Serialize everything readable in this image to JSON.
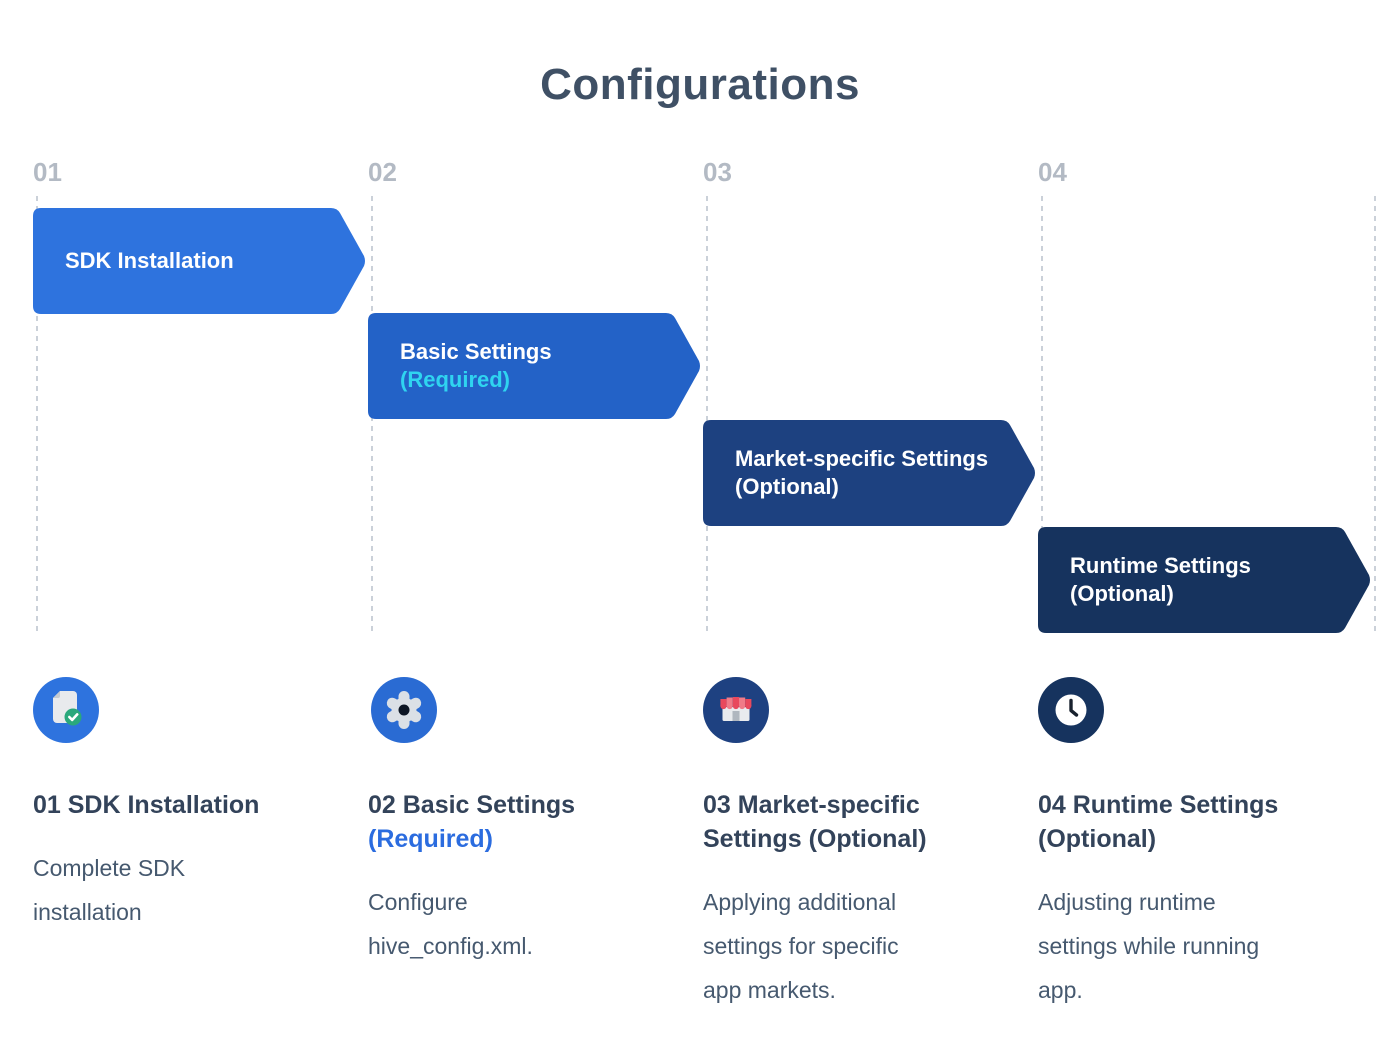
{
  "title": "Configurations",
  "accent_colors": {
    "banner_step1": "#2e73de",
    "banner_step2": "#2362c7",
    "banner_step3": "#1d4180",
    "banner_step4": "#16335e",
    "required_cyan": "#2fd4f0",
    "required_blue": "#2b6cdf",
    "heading_dark": "#33435a",
    "body_gray": "#46596f",
    "label_gray": "#b3bac4"
  },
  "steps": [
    {
      "number": "01",
      "banner": {
        "title": "SDK Installation",
        "subtitle": ""
      },
      "icon": "document-check-icon",
      "card": {
        "heading": "01 SDK Installation",
        "description": "Complete SDK installation"
      },
      "colors": {
        "banner": "#2e73de",
        "circle": "#2e73de"
      }
    },
    {
      "number": "02",
      "banner": {
        "title": "Basic Settings",
        "subtitle": "(Required)"
      },
      "icon": "gear-icon",
      "card": {
        "heading": "02 Basic Settings",
        "heading_suffix": "(Required)",
        "description": "Configure hive_config.xml."
      },
      "colors": {
        "banner": "#2362c7",
        "circle": "#2a6bd3"
      }
    },
    {
      "number": "03",
      "banner": {
        "title": "Market-specific Settings",
        "subtitle": "(Optional)"
      },
      "icon": "storefront-icon",
      "card": {
        "heading": "03 Market-specific Settings (Optional)",
        "description": "Applying additional settings for specific app markets."
      },
      "colors": {
        "banner": "#1d4180",
        "circle": "#1e4181"
      }
    },
    {
      "number": "04",
      "banner": {
        "title": "Runtime Settings",
        "subtitle": "(Optional)"
      },
      "icon": "clock-icon",
      "card": {
        "heading": "04 Runtime Settings (Optional)",
        "description": "Adjusting runtime settings while running app."
      },
      "colors": {
        "banner": "#16335e",
        "circle": "#16335e"
      }
    }
  ]
}
